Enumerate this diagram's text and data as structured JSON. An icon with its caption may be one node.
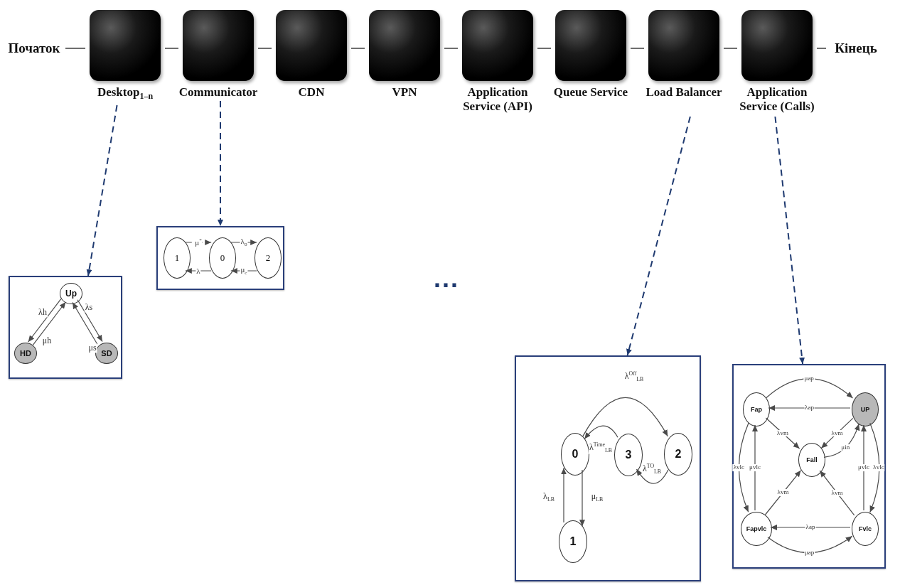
{
  "diagram": {
    "nodes": [
      {
        "text": [
          "Початок"
        ]
      },
      {
        "text": [
          "Desktop$_{1–n}$"
        ]
      },
      {
        "text": [
          "Communicator"
        ]
      },
      {
        "text": [
          "CDN"
        ]
      },
      {
        "text": [
          "VPN"
        ]
      },
      {
        "text": [
          "Application Service (API)"
        ]
      },
      {
        "text": [
          "Queue Service"
        ]
      },
      {
        "text": [
          "Load Balancer"
        ]
      },
      {
        "text": [
          "Application Service (Calls)"
        ]
      },
      {
        "text": [
          "Кінець"
        ]
      },
      {
        "text": [],
        "shape": "box"
      },
      {
        "text": [
          "Up"
        ],
        "in": 10
      },
      {
        "text": [
          "HD"
        ],
        "in": 10
      },
      {
        "text": [
          "SD"
        ],
        "in": 10
      },
      {
        "text": [],
        "shape": "box"
      },
      {
        "text": [
          "1"
        ],
        "in": 14
      },
      {
        "text": [
          "0"
        ],
        "in": 14
      },
      {
        "text": [
          "2"
        ],
        "in": 14
      },
      {
        "text": [],
        "shape": "box"
      },
      {
        "text": [
          "0"
        ],
        "in": 18
      },
      {
        "text": [
          "3"
        ],
        "in": 18
      },
      {
        "text": [
          "2"
        ],
        "in": 18
      },
      {
        "text": [
          "1"
        ],
        "in": 18
      },
      {
        "text": [],
        "shape": "box"
      },
      {
        "text": [
          "Fap"
        ],
        "in": 23
      },
      {
        "text": [
          "UP"
        ],
        "in": 23
      },
      {
        "text": [
          "Fall"
        ],
        "in": 23
      },
      {
        "text": [
          "Fapvlc"
        ],
        "in": 23
      },
      {
        "text": [
          "Fvlc"
        ],
        "in": 23
      }
    ],
    "edges": [
      {
        "from": 0,
        "to": 1,
        "arrow": "none"
      },
      {
        "from": 1,
        "to": 2,
        "arrow": "none"
      },
      {
        "from": 2,
        "to": 3,
        "arrow": "none"
      },
      {
        "from": 3,
        "to": 4,
        "arrow": "none"
      },
      {
        "from": 4,
        "to": 5,
        "arrow": "none"
      },
      {
        "from": 5,
        "to": 6,
        "arrow": "none"
      },
      {
        "from": 6,
        "to": 7,
        "arrow": "none"
      },
      {
        "from": 7,
        "to": 8,
        "arrow": "none"
      },
      {
        "from": 8,
        "to": 9,
        "arrow": "none"
      },
      {
        "from": 1,
        "to": 10,
        "arrow": "to",
        "style": "dashed",
        "color": "#1f3a70"
      },
      {
        "from": 2,
        "to": 14,
        "arrow": "to",
        "style": "dashed",
        "color": "#1f3a70"
      },
      {
        "from": 7,
        "to": 18,
        "arrow": "to",
        "style": "dashed",
        "color": "#1f3a70"
      },
      {
        "from": 8,
        "to": 23,
        "arrow": "to",
        "style": "dashed",
        "color": "#1f3a70"
      },
      {
        "from": 11,
        "to": 12,
        "arrow": "to",
        "label": "λh"
      },
      {
        "from": 12,
        "to": 11,
        "arrow": "to",
        "label": "μh"
      },
      {
        "from": 11,
        "to": 13,
        "arrow": "to",
        "label": "λs"
      },
      {
        "from": 13,
        "to": 11,
        "arrow": "to",
        "label": "μs"
      },
      {
        "from": 15,
        "to": 16,
        "arrow": "to",
        "label": "μ$^{*}$",
        "style": "dashed"
      },
      {
        "from": 16,
        "to": 17,
        "arrow": "to",
        "label": "λ$_{0}$"
      },
      {
        "from": 16,
        "to": 15,
        "arrow": "to",
        "label": "λ"
      },
      {
        "from": 17,
        "to": 16,
        "arrow": "to",
        "label": "μ$_{c}$"
      },
      {
        "from": 19,
        "to": 21,
        "arrow": "to",
        "label": "λ$^{Off}$$_{LB}$"
      },
      {
        "from": 21,
        "to": 20,
        "arrow": "to",
        "label": "λ$^{TO}$$_{LB}$"
      },
      {
        "from": 20,
        "to": 19,
        "arrow": "to",
        "label": "λ$^{Time}$$_{LB}$"
      },
      {
        "from": 22,
        "to": 19,
        "arrow": "to",
        "label": "λ$_{LB}$"
      },
      {
        "from": 19,
        "to": 22,
        "arrow": "to",
        "label": "μ$_{LB}$"
      },
      {
        "from": 24,
        "to": 25,
        "arrow": "to",
        "label": "μap"
      },
      {
        "from": 25,
        "to": 24,
        "arrow": "to",
        "label": "λap"
      },
      {
        "from": 24,
        "to": 26,
        "arrow": "to",
        "label": "λvm"
      },
      {
        "from": 25,
        "to": 26,
        "arrow": "to",
        "label": "λvm"
      },
      {
        "from": 26,
        "to": 25,
        "arrow": "to",
        "label": "μin"
      },
      {
        "from": 24,
        "to": 27,
        "arrow": "to",
        "label": "λvlc"
      },
      {
        "from": 27,
        "to": 24,
        "arrow": "to",
        "label": "μvlc"
      },
      {
        "from": 27,
        "to": 26,
        "arrow": "to",
        "label": "λvm"
      },
      {
        "from": 28,
        "to": 26,
        "arrow": "to",
        "label": "λvm"
      },
      {
        "from": 28,
        "to": 25,
        "arrow": "to",
        "label": "μvlc"
      },
      {
        "from": 25,
        "to": 28,
        "arrow": "to",
        "label": "λvlc"
      },
      {
        "from": 28,
        "to": 27,
        "arrow": "to",
        "label": "λap"
      },
      {
        "from": 27,
        "to": 28,
        "arrow": "to",
        "label": "μap"
      }
    ],
    "labels": [
      "..."
    ]
  }
}
